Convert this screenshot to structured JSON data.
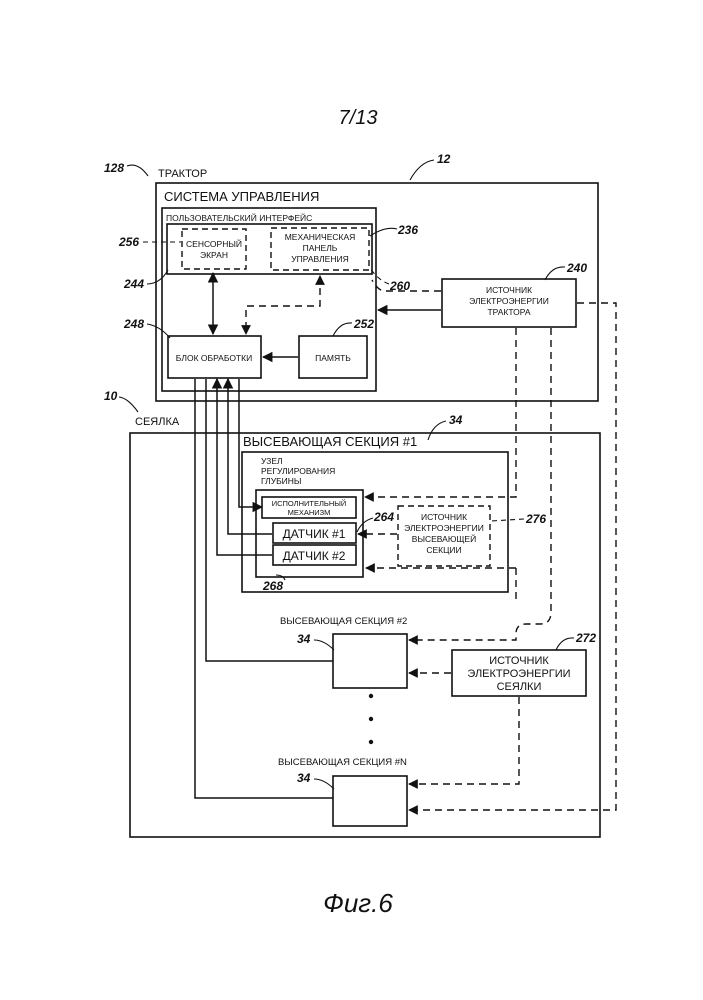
{
  "page_number": "7/13",
  "figure_caption": "Фиг.6",
  "refs": {
    "r128": "128",
    "r12": "12",
    "r10": "10",
    "r34a": "34",
    "r34b": "34",
    "r34c": "34",
    "r256": "256",
    "r236": "236",
    "r244": "244",
    "r260": "260",
    "r240": "240",
    "r248": "248",
    "r252": "252",
    "r264": "264",
    "r276": "276",
    "r268": "268",
    "r272": "272"
  },
  "labels": {
    "tractor": "ТРАКТОР",
    "control_system": "СИСТЕМА УПРАВЛЕНИЯ",
    "user_interface": "ПОЛЬЗОВАТЕЛЬСКИЙ ИНТЕРФЕЙС",
    "touch_screen": [
      "СЕНСОРНЫЙ",
      "ЭКРАН"
    ],
    "mech_panel": [
      "МЕХАНИЧЕСКАЯ",
      "ПАНЕЛЬ",
      "УПРАВЛЕНИЯ"
    ],
    "tractor_power": [
      "ИСТОЧНИК",
      "ЭЛЕКТРОЭНЕРГИИ",
      "ТРАКТОРА"
    ],
    "processing_unit": "БЛОК ОБРАБОТКИ",
    "memory": "ПАМЯТЬ",
    "planter": "СЕЯЛКА",
    "row_unit_1": "ВЫСЕВАЮЩАЯ СЕКЦИЯ #1",
    "depth_control": [
      "УЗЕЛ",
      "РЕГУЛИРОВАНИЯ",
      "ГЛУБИНЫ"
    ],
    "actuator": [
      "ИСПОЛНИТЕЛЬНЫЙ",
      "МЕХАНИЗМ"
    ],
    "sensor1": "ДАТЧИК #1",
    "sensor2": "ДАТЧИК #2",
    "row_power": [
      "ИСТОЧНИК",
      "ЭЛЕКТРОЭНЕРГИИ",
      "ВЫСЕВАЮЩЕЙ",
      "СЕКЦИИ"
    ],
    "row_unit_2": "ВЫСЕВАЮЩАЯ СЕКЦИЯ #2",
    "planter_power": [
      "ИСТОЧНИК",
      "ЭЛЕКТРОЭНЕРГИИ",
      "СЕЯЛКИ"
    ],
    "row_unit_n": "ВЫСЕВАЮЩАЯ СЕКЦИЯ #N"
  }
}
